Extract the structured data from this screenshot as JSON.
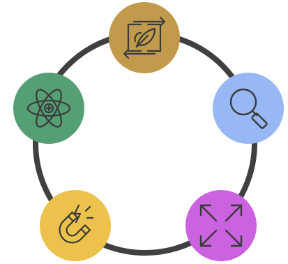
{
  "diagram": {
    "type": "cycle",
    "ring_color": "#404040",
    "icon_stroke_color": "#3a3a3a",
    "nodes": [
      {
        "id": "top",
        "icon": "eco-exchange-icon",
        "color": "#c19a4c"
      },
      {
        "id": "right",
        "icon": "magnifier-icon",
        "color": "#97b8f4"
      },
      {
        "id": "bottom-right",
        "icon": "expand-arrows-icon",
        "color": "#cb62e0"
      },
      {
        "id": "bottom-left",
        "icon": "magnet-energy-icon",
        "color": "#ecc24c"
      },
      {
        "id": "left",
        "icon": "atom-icon",
        "color": "#549f74"
      }
    ]
  }
}
